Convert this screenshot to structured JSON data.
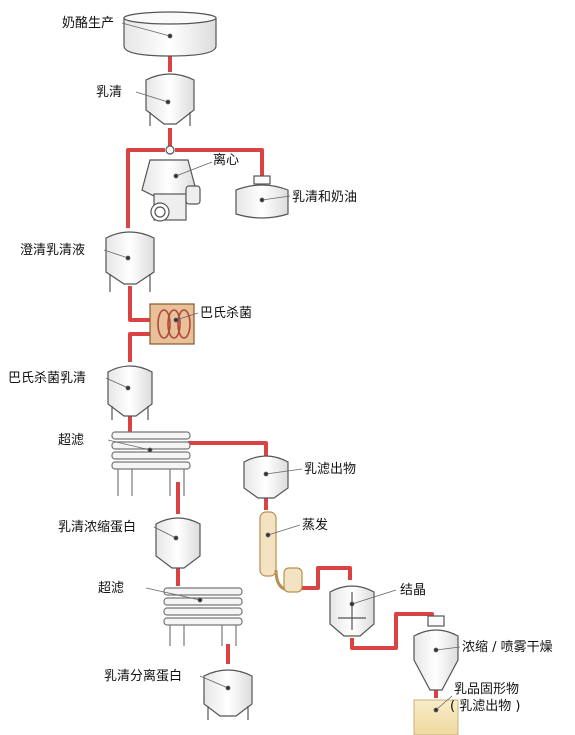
{
  "labels": {
    "cheese": "奶酪生产",
    "whey": "乳清",
    "centrifuge": "离心",
    "whey_cream": "乳清和奶油",
    "clarified": "澄清乳清液",
    "pasteurize": "巴氏杀菌",
    "past_whey": "巴氏杀菌乳清",
    "uf1": "超滤",
    "permeate": "乳滤出物",
    "evaporate": "蒸发",
    "wpc": "乳清浓缩蛋白",
    "crystallize": "结晶",
    "uf2": "超滤",
    "concentrate_dry": "浓缩 / 喷雾干燥",
    "wpi": "乳清分离蛋白",
    "solids_1": "乳品固形物",
    "solids_2": "( 乳滤出物 )"
  },
  "colors": {
    "flow": "#d94343",
    "equipment_stroke": "#555555",
    "equipment_fill": "#f7f7f7",
    "pasteurizer_fill": "#e8c09a",
    "product_fill": "#f5e6b8"
  }
}
